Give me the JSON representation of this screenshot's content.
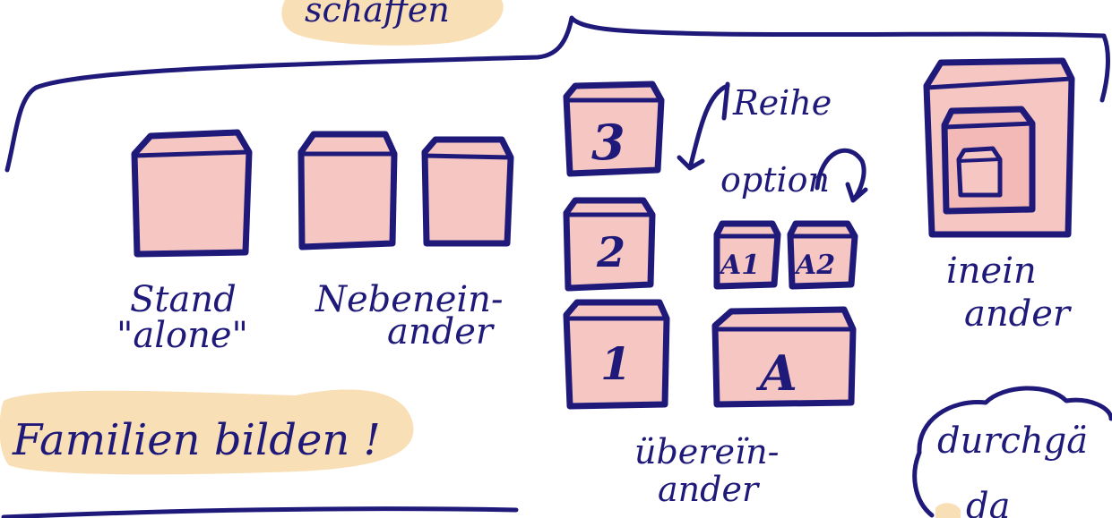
{
  "colors": {
    "ink": "#1f1a7a",
    "box_fill": "#f6c6c3",
    "highlight": "#f9dfb6",
    "background": "#ffffff"
  },
  "top_note": "schaffen",
  "groups": {
    "standalone": {
      "label_line1": "Stand",
      "label_line2": "\"alone\""
    },
    "nebeneinander": {
      "label_line1": "Nebenein-",
      "label_line2": "ander"
    },
    "uebereinander": {
      "label_line1": "übereinander",
      "label_line1_display": "übereïn-",
      "label_line2": "ander",
      "stack_numbers": [
        "1",
        "2",
        "3"
      ],
      "stack_letters": [
        "A",
        "A1",
        "A2"
      ],
      "note_reihe": "Reihe",
      "note_option": "option"
    },
    "ineinander": {
      "label_line1": "inein",
      "label_line2": "ander"
    }
  },
  "bottom_left_note": "Familien bilden !",
  "bottom_right_note": "durchgä",
  "bottom_right_note_2": "da"
}
